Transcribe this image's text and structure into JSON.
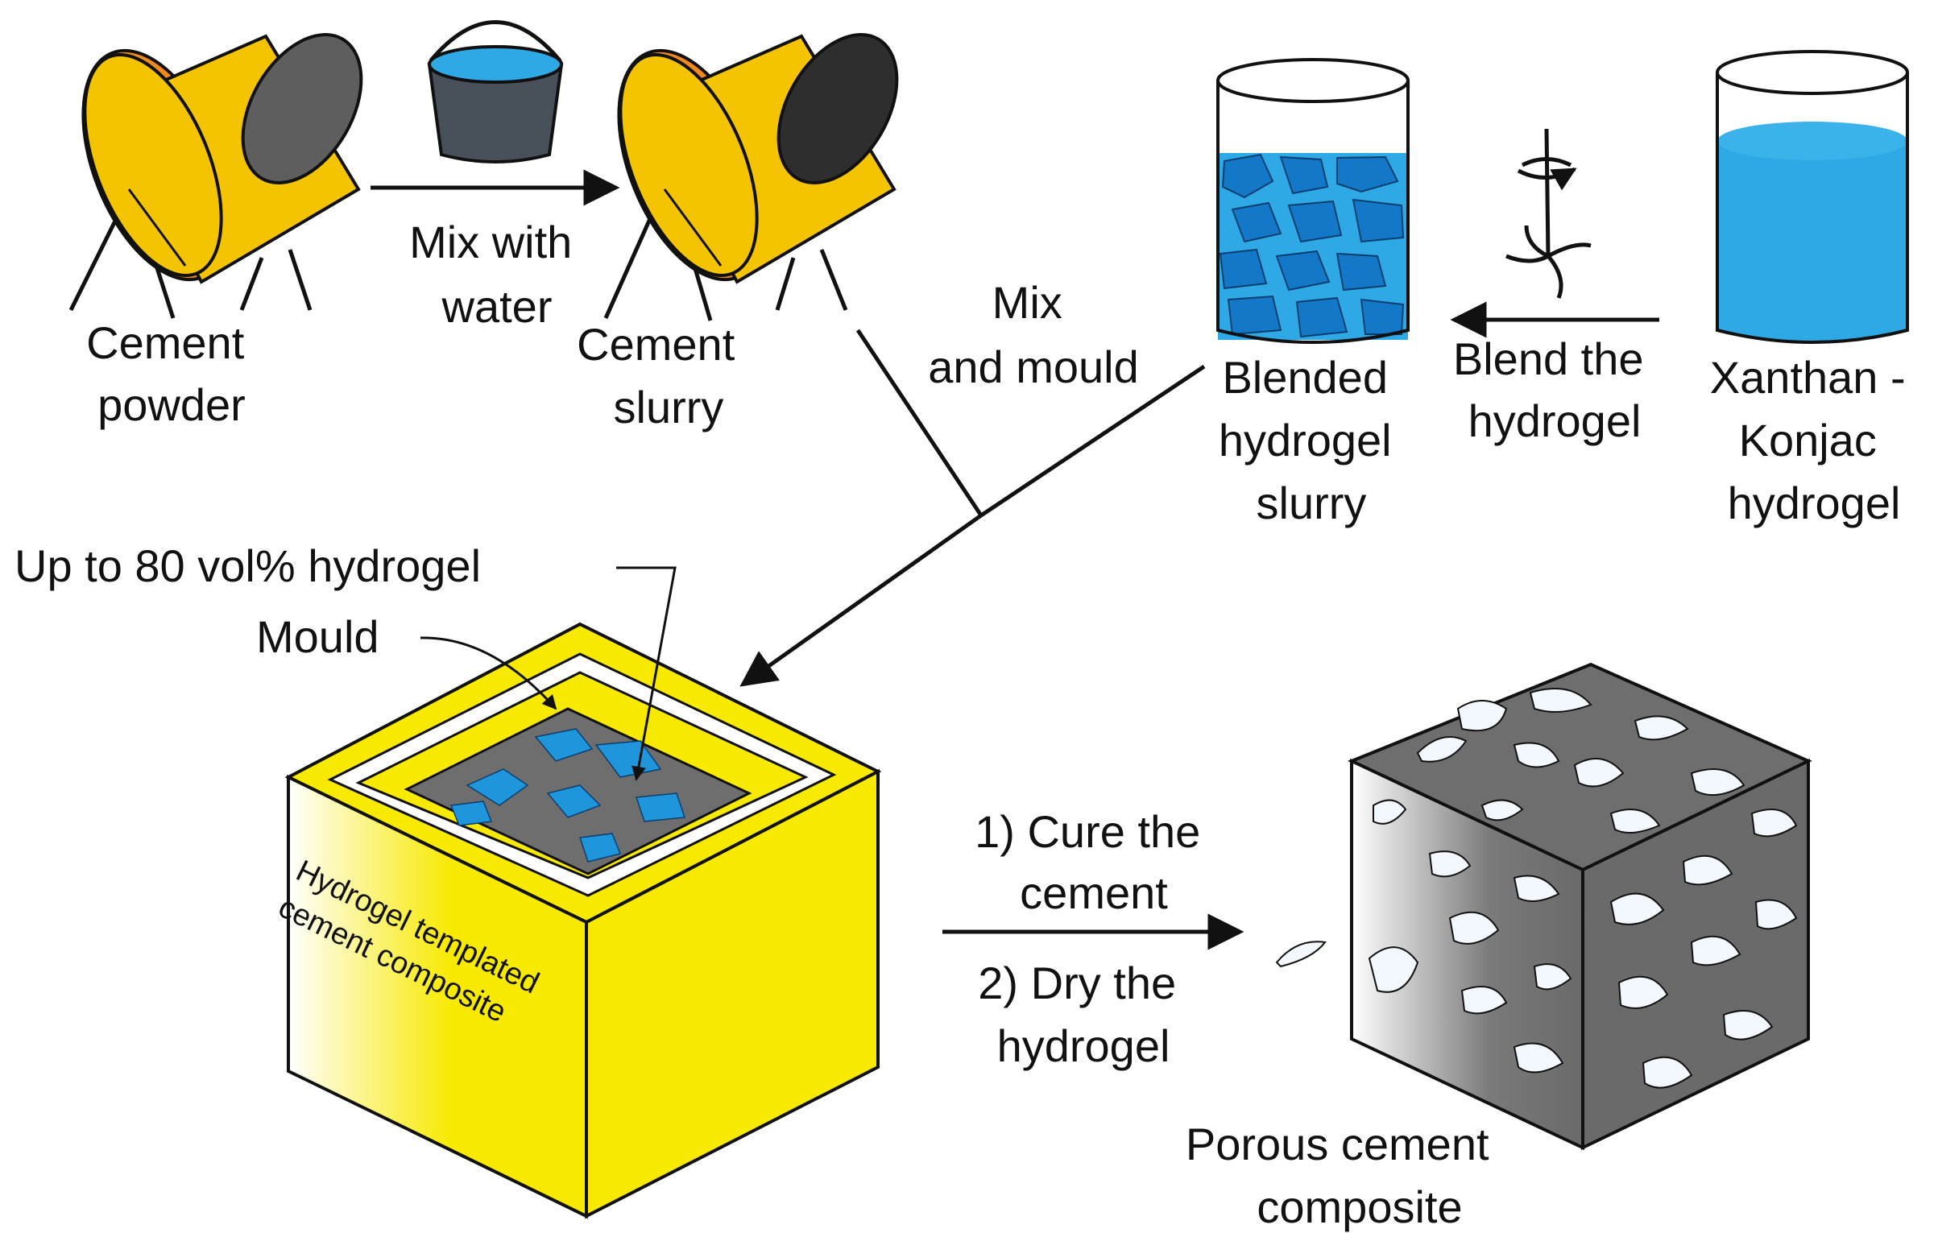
{
  "colors": {
    "drum_yellow": "#F5C400",
    "drum_orange": "#F08A1E",
    "drum_cap_grey": "#5E5E5E",
    "drum_cap_dark": "#2E2E2E",
    "water_blue": "#2EA9E6",
    "hydrogel_blue": "#1F96DB",
    "bucket_grey": "#48515A",
    "mould_yellow": "#F7E900",
    "cement_grey": "#6E6E6E",
    "pore_white": "#F2F8FD",
    "line_black": "#111111"
  },
  "icons": {
    "mixer_drum": "cement-mixer-icon",
    "bucket": "water-bucket-icon",
    "beaker": "beaker-icon",
    "stirrer": "stirrer-icon",
    "mould": "mould-box-icon",
    "porous_cube": "porous-cube-icon"
  },
  "labels": {
    "cement_powder": [
      "Cement",
      "powder"
    ],
    "mix_with_water": [
      "Mix with",
      "water"
    ],
    "cement_slurry": [
      "Cement",
      "slurry"
    ],
    "mix_and_mould": [
      "Mix",
      "and mould"
    ],
    "blended_slurry": [
      "Blended",
      "hydrogel",
      "slurry"
    ],
    "blend_hydrogel": [
      "Blend the",
      "hydrogel"
    ],
    "xanthan_konjac": [
      "Xanthan -",
      "Konjac",
      "hydrogel"
    ],
    "up_to_80": "Up to 80 vol% hydrogel",
    "mould": "Mould",
    "templated_composite": [
      "Hydrogel templated",
      "cement composite"
    ],
    "cure_cement": [
      "1) Cure the",
      "cement"
    ],
    "dry_hydrogel": [
      "2) Dry the",
      "hydrogel"
    ],
    "porous_composite": [
      "Porous cement",
      "composite"
    ]
  }
}
